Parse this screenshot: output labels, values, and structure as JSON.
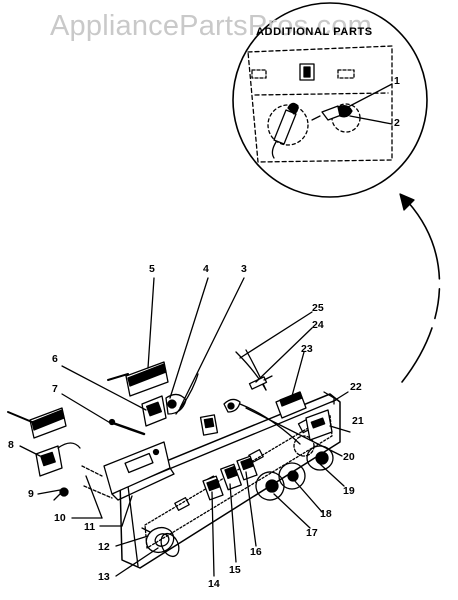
{
  "watermark": "AppliancePartsPros.com",
  "inset_title": "ADDITIONAL PARTS",
  "callouts": [
    "1",
    "2",
    "3",
    "4",
    "5",
    "6",
    "7",
    "8",
    "9",
    "10",
    "11",
    "12",
    "13",
    "14",
    "15",
    "16",
    "17",
    "18",
    "19",
    "20",
    "21",
    "22",
    "23",
    "24",
    "25"
  ],
  "colors": {
    "ink": "#000000",
    "watermark": "#c9c9c9",
    "background": "#ffffff"
  }
}
